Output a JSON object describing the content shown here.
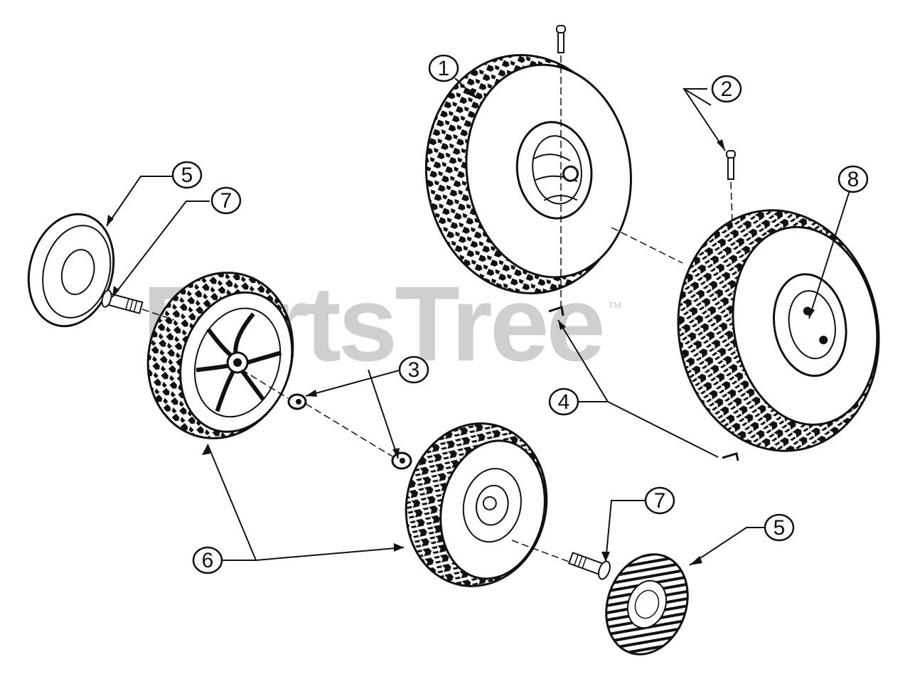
{
  "watermark": {
    "text": "PartsTree",
    "trademark": "™"
  },
  "callouts": [
    "1",
    "2",
    "3",
    "4",
    "5",
    "6",
    "7",
    "8"
  ],
  "colors": {
    "ink": "#111111",
    "watermark": "#cfcfcf",
    "background": "#ffffff"
  }
}
